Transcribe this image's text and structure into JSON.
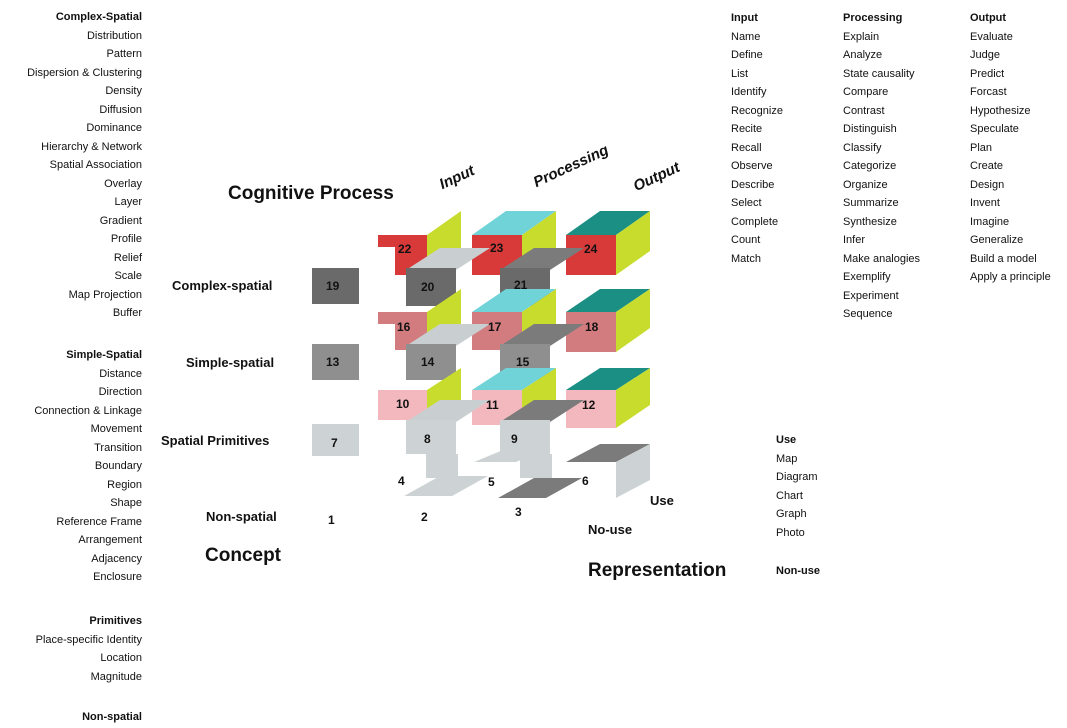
{
  "left_panel": {
    "complex_spatial": {
      "header": "Complex-Spatial",
      "items": [
        "Distribution",
        "Pattern",
        "Dispersion & Clustering",
        "Density",
        "Diffusion",
        "Dominance",
        "Hierarchy & Network",
        "Spatial Association",
        "Overlay",
        "Layer",
        "Gradient",
        "Profile",
        "Relief",
        "Scale",
        "Map Projection",
        "Buffer"
      ]
    },
    "simple_spatial": {
      "header": "Simple-Spatial",
      "items": [
        "Distance",
        "Direction",
        "Connection & Linkage",
        "Movement",
        "Transition",
        "Boundary",
        "Region",
        "Shape",
        "Reference Frame",
        "Arrangement",
        "Adjacency",
        "Enclosure"
      ]
    },
    "primitives": {
      "header": "Primitives",
      "items": [
        "Place-specific Identity",
        "Location",
        "Magnitude"
      ]
    },
    "non_spatial": {
      "header": "Non-spatial"
    }
  },
  "right_panel": {
    "input": {
      "header": "Input",
      "items": [
        "Name",
        "Define",
        "List",
        "Identify",
        "Recognize",
        "Recite",
        "Recall",
        "Observe",
        "Describe",
        "Select",
        "Complete",
        "Count",
        "Match"
      ]
    },
    "processing": {
      "header": "Processing",
      "items": [
        "Explain",
        "Analyze",
        "State causality",
        "Compare",
        "Contrast",
        "Distinguish",
        "Classify",
        "Categorize",
        "Organize",
        "Summarize",
        "Synthesize",
        "Infer",
        "Make analogies",
        "Exemplify",
        "Experiment",
        "Sequence"
      ]
    },
    "output": {
      "header": "Output",
      "items": [
        "Evaluate",
        "Judge",
        "Predict",
        "Forcast",
        "Hypothesize",
        "Speculate",
        "Plan",
        "Create",
        "Design",
        "Invent",
        "Imagine",
        "Generalize",
        "Build a model",
        "Apply a principle"
      ]
    },
    "use": {
      "header": "Use",
      "items": [
        "Map",
        "Diagram",
        "Chart",
        "Graph",
        "Photo"
      ]
    },
    "non_use": "Non-use"
  },
  "diagram": {
    "cognitive_process_title": "Cognitive Process",
    "axis_input": "Input",
    "axis_processing": "Processing",
    "axis_output": "Output",
    "rows": {
      "complex": "Complex-spatial",
      "simple": "Simple-spatial",
      "primitives": "Spatial Primitives",
      "non_spatial": "Non-spatial"
    },
    "concept_title": "Concept",
    "representation_title": "Representation",
    "use_label": "Use",
    "no_use_label": "No-use",
    "cell_numbers": [
      "1",
      "2",
      "3",
      "4",
      "5",
      "6",
      "7",
      "8",
      "9",
      "10",
      "11",
      "12",
      "13",
      "14",
      "15",
      "16",
      "17",
      "18",
      "19",
      "20",
      "21",
      "22",
      "23",
      "24"
    ]
  },
  "colors": {
    "input_front": "#d83a3a",
    "processing_top": "#6fd3d8",
    "output_top": "#1b8f84",
    "side_yellow": "#c8dc2e",
    "complex_gray": "#6a6a6a",
    "simple_gray": "#8f8f8f",
    "primitive_gray": "#c9cfd0",
    "pink_simple": "#d27c80",
    "pink_primitive": "#f2b8bd",
    "plane_gray": "#7b7b7b",
    "plane_light": "#cdd3d4"
  }
}
